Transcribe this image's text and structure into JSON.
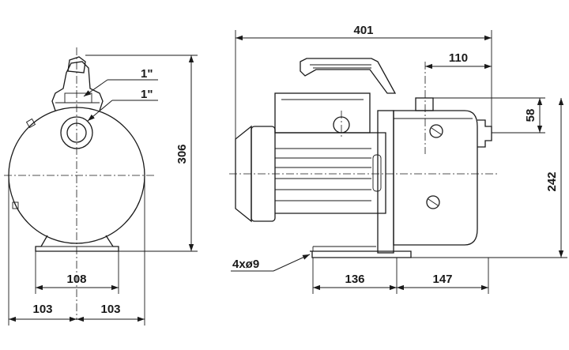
{
  "drawing": {
    "front_view": {
      "port_upper": "1\"",
      "port_lower": "1\"",
      "height": "306",
      "foot_width": "108",
      "half_left": "103",
      "half_right": "103"
    },
    "side_view": {
      "overall_length": "401",
      "outlet_offset": "110",
      "outlet_height": "58",
      "inlet_height": "242",
      "mounting_holes": "4xø9",
      "foot_left": "136",
      "foot_right": "147"
    }
  }
}
